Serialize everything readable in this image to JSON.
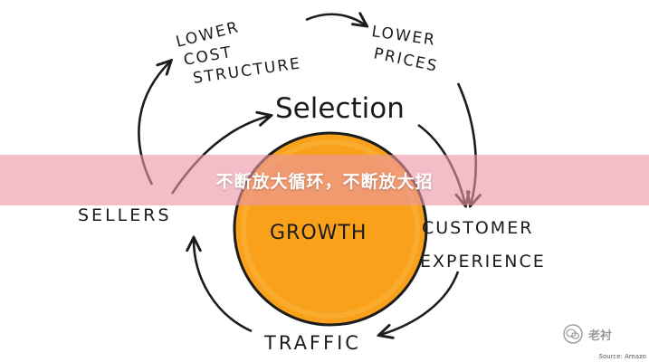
{
  "diagram": {
    "nodes": {
      "lower_cost_structure": [
        "LOWER",
        "COST",
        "STRUCTURE"
      ],
      "lower_prices": [
        "LOWER",
        "PRICES"
      ],
      "selection": "Selection",
      "growth": "GROWTH",
      "customer_experience": [
        "CUSTOMER",
        "EXPERIENCE"
      ],
      "sellers": "SELLERS",
      "traffic": "TRAFFIC"
    },
    "colors": {
      "growth_fill": "#f9a11b",
      "growth_outline": "#1c1c1c",
      "ink": "#1c1c1c"
    }
  },
  "banner": {
    "title": "不断放大循环，不断放大招",
    "color": "#ec96a5"
  },
  "watermark": {
    "icon": "wechat-icon",
    "text": "老衬"
  },
  "source": "Source: Amazo"
}
